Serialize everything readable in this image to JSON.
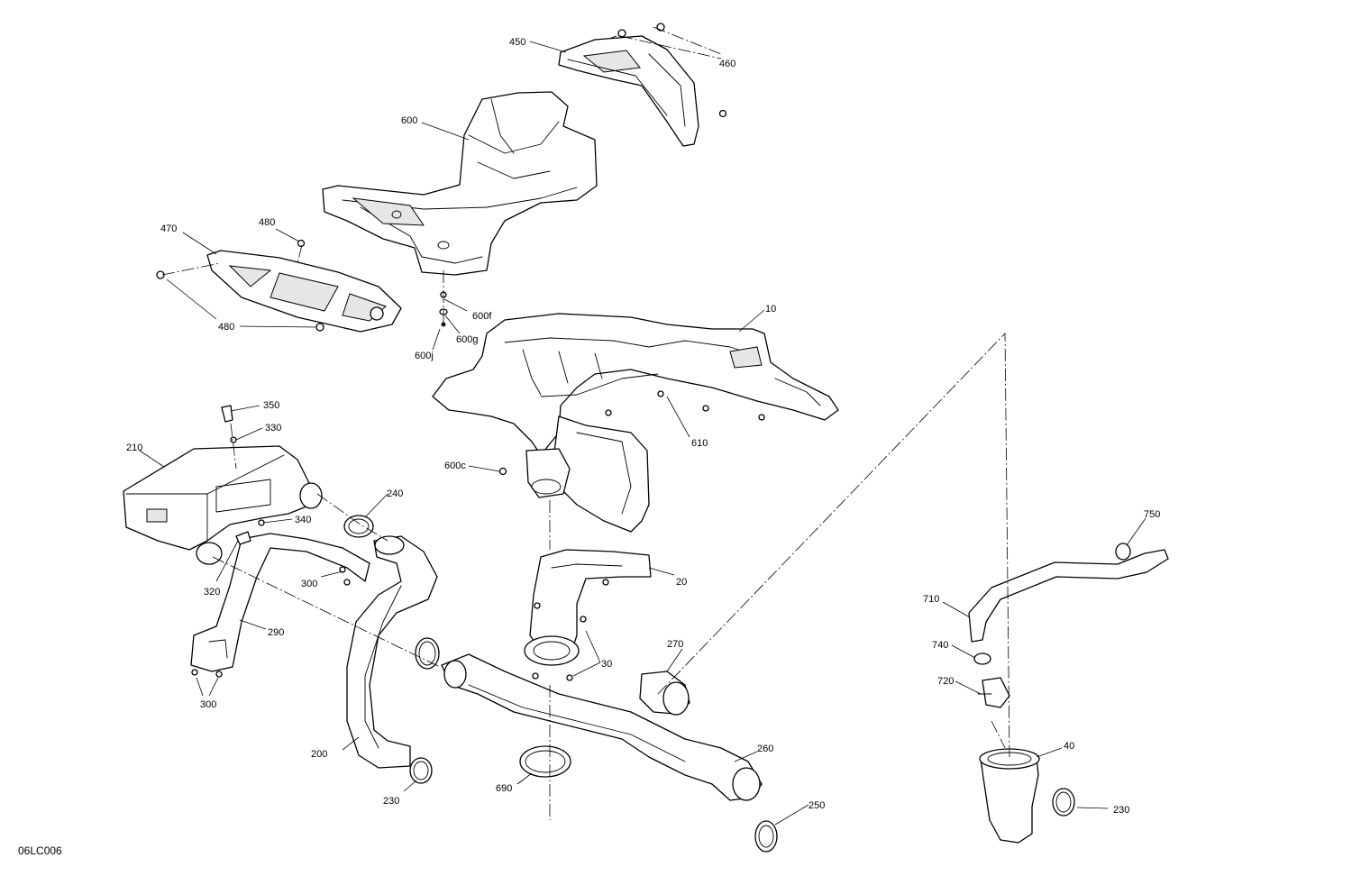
{
  "figure_id": "06LC006",
  "callouts": {
    "c450": "450",
    "c460": "460",
    "c600": "600",
    "c470": "470",
    "c480a": "480",
    "c480b": "480",
    "c600f": "600f",
    "c600g": "600g",
    "c600j": "600j",
    "c10": "10",
    "c350": "350",
    "c330": "330",
    "c210": "210",
    "c610": "610",
    "c600c": "600c",
    "c240": "240",
    "c340": "340",
    "c320": "320",
    "c300a": "300",
    "c300b": "300",
    "c290": "290",
    "c750": "750",
    "c20": "20",
    "c710": "710",
    "c270": "270",
    "c740": "740",
    "c30": "30",
    "c720": "720",
    "c200": "200",
    "c260": "260",
    "c40": "40",
    "c230a": "230",
    "c230b": "230",
    "c690": "690",
    "c250": "250"
  }
}
